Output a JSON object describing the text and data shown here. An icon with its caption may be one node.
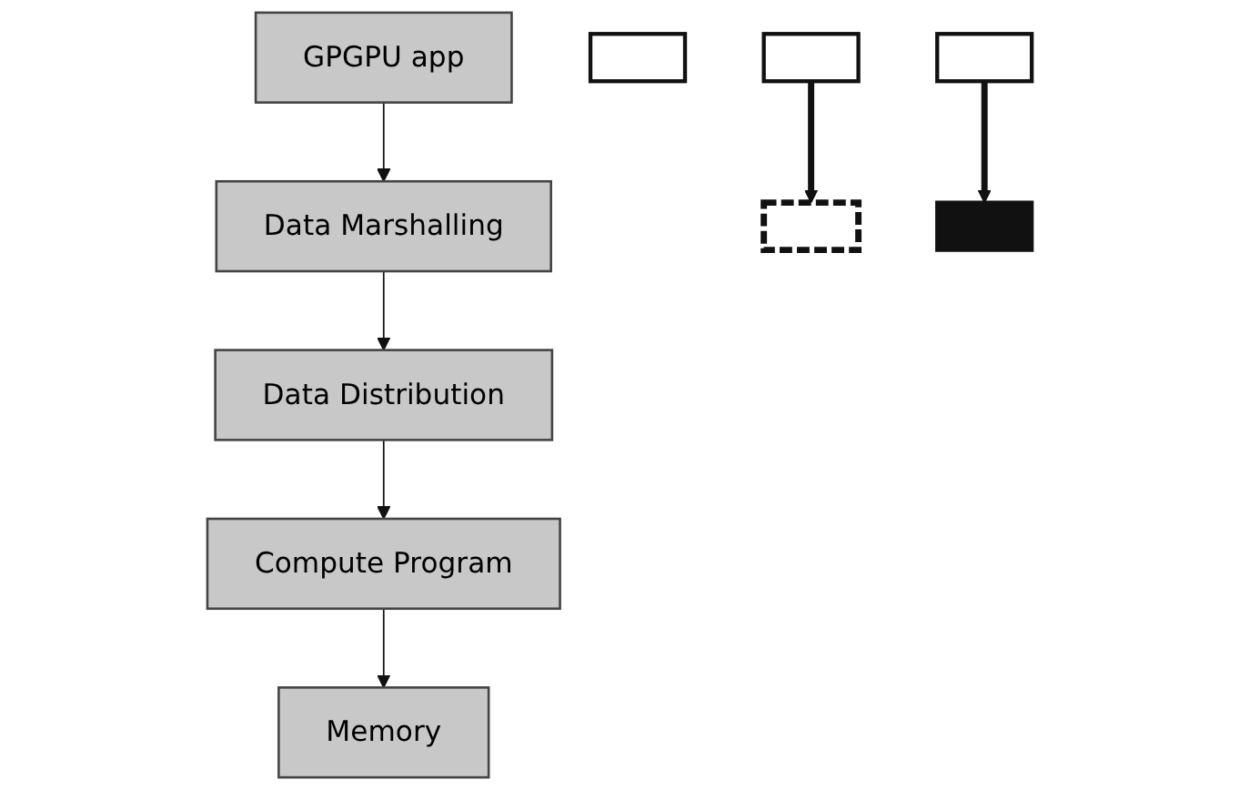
{
  "diagram": {
    "nodes": [
      {
        "text": [
          "GPGPU app"
        ]
      },
      {
        "text": [
          "Data Marshalling"
        ]
      },
      {
        "text": [
          "Data Distribution"
        ]
      },
      {
        "text": [
          "Compute Program"
        ]
      },
      {
        "text": [
          "Memory"
        ]
      },
      {
        "text": [],
        "shape": "box"
      },
      {
        "text": [],
        "shape": "box"
      },
      {
        "text": [],
        "shape": "grid"
      },
      {
        "text": [],
        "shape": "box"
      },
      {
        "text": [],
        "shape": "box"
      }
    ],
    "edges": [
      {
        "from": 0,
        "to": 1,
        "arrow": "to"
      },
      {
        "from": 1,
        "to": 2,
        "arrow": "to"
      },
      {
        "from": 2,
        "to": 3,
        "arrow": "to"
      },
      {
        "from": 3,
        "to": 4,
        "arrow": "to"
      },
      {
        "from": 6,
        "to": 7,
        "arrow": "to",
        "style": "thick"
      },
      {
        "from": 8,
        "to": 9,
        "arrow": "to",
        "style": "thick"
      }
    ]
  }
}
